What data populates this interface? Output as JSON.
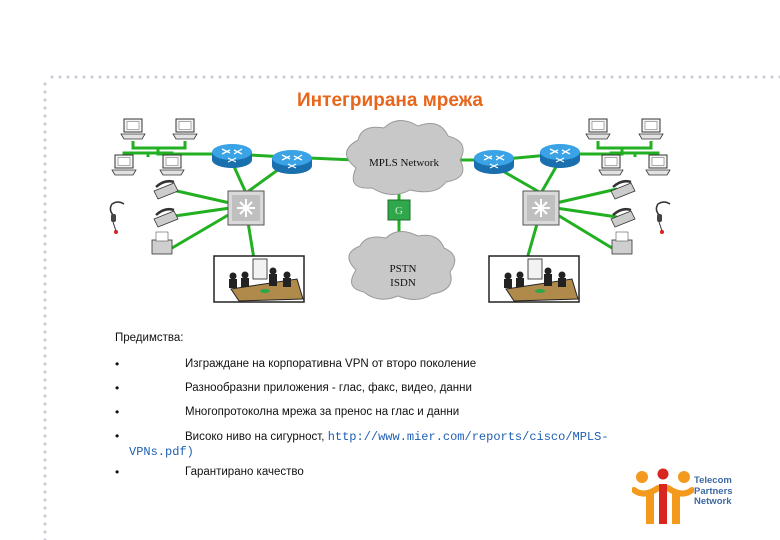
{
  "title": "Интегрирана мрежа",
  "diagram": {
    "cloud_mpls": "MPLS Network",
    "gateway": "G",
    "cloud_pstn_line1": "PSTN",
    "cloud_pstn_line2": "ISDN"
  },
  "benefits": {
    "heading": "Предимства:",
    "items": [
      "Изграждане на корпоративна VPN от второ поколение",
      "Разнообразни приложения - глас, факс, видео, данни",
      "Многопротоколна мрежа за пренос на глас и данни",
      "Високо ниво на сигурност,",
      "Гарантирано качество"
    ],
    "bullet": "•",
    "link_part1": "http://www.mier.com/reports/cisco/MPLS-",
    "link_part2": "VPNs.pdf)"
  },
  "logo": {
    "line1": "Telecom",
    "line2": "Partners",
    "line3": "Network"
  },
  "colors": {
    "title": "#e8661c",
    "link_line": "#22b022",
    "router": "#2c8fd6",
    "cloud": "#c8c8c8",
    "gateway": "#2ea84a",
    "logo_orange": "#f39a1e",
    "logo_red": "#d8261e",
    "logo_text": "#3d6aa3"
  }
}
